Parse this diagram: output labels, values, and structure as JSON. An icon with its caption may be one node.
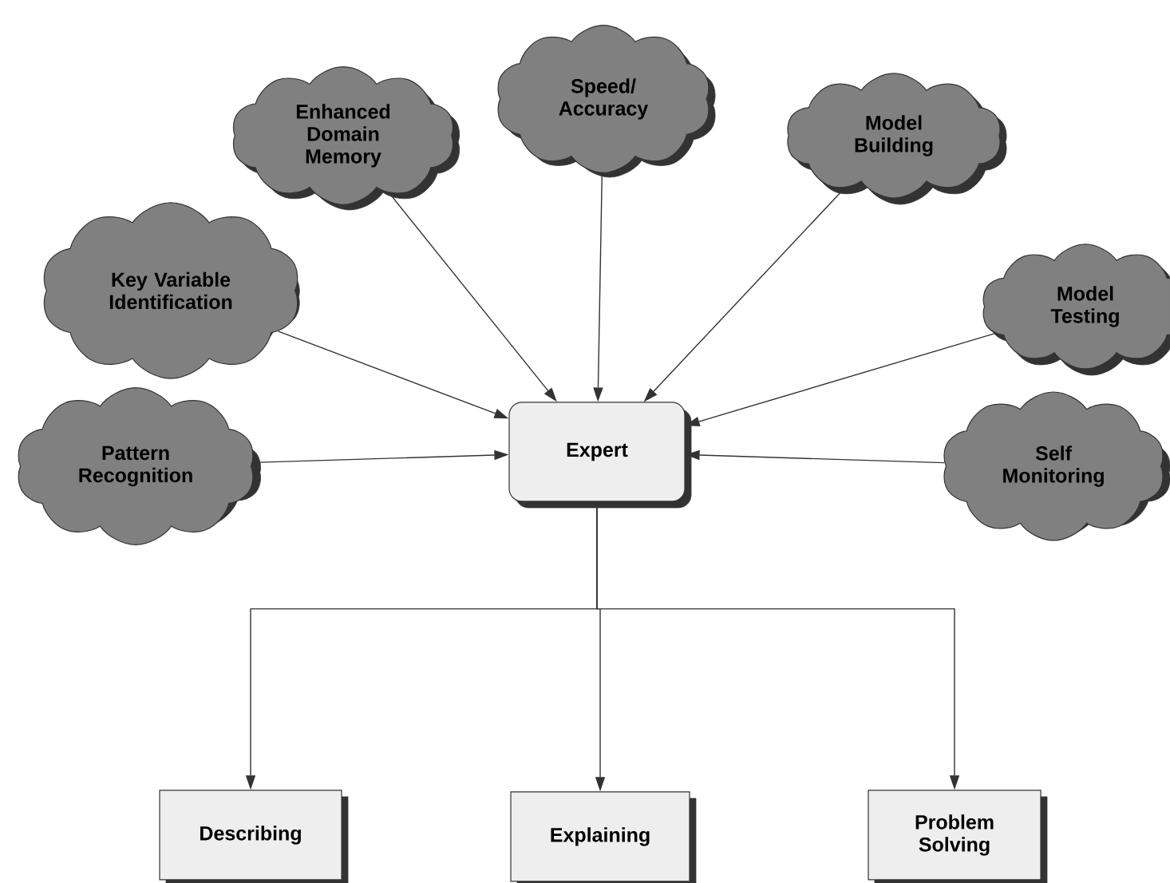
{
  "diagram": {
    "nodes": [
      {
        "text": [
          "Enhanced Domain Memory"
        ]
      },
      {
        "text": [
          "Speed/ Accuracy"
        ]
      },
      {
        "text": [
          "Model Building"
        ]
      },
      {
        "text": [
          "Key Variable Identification"
        ]
      },
      {
        "text": [
          "Model Testing"
        ]
      },
      {
        "text": [
          "Pattern Recognition"
        ]
      },
      {
        "text": [
          "Expert"
        ]
      },
      {
        "text": [
          "Self Monitoring"
        ]
      },
      {
        "text": [
          "Describing"
        ]
      },
      {
        "text": [
          "Explaining"
        ]
      },
      {
        "text": [
          "Problem Solving"
        ]
      }
    ],
    "edges": [
      {
        "from": 0,
        "to": 6,
        "arrow": "to"
      },
      {
        "from": 1,
        "to": 6,
        "arrow": "to"
      },
      {
        "from": 2,
        "to": 6,
        "arrow": "to"
      },
      {
        "from": 3,
        "to": 6,
        "arrow": "to"
      },
      {
        "from": 4,
        "to": 6,
        "arrow": "to"
      },
      {
        "from": 5,
        "to": 6,
        "arrow": "to"
      },
      {
        "from": 7,
        "to": 6,
        "arrow": "to"
      },
      {
        "from": 6,
        "to": 8,
        "arrow": "to"
      },
      {
        "from": 6,
        "to": 9,
        "arrow": "to"
      },
      {
        "from": 6,
        "to": 10,
        "arrow": "to"
      }
    ]
  }
}
